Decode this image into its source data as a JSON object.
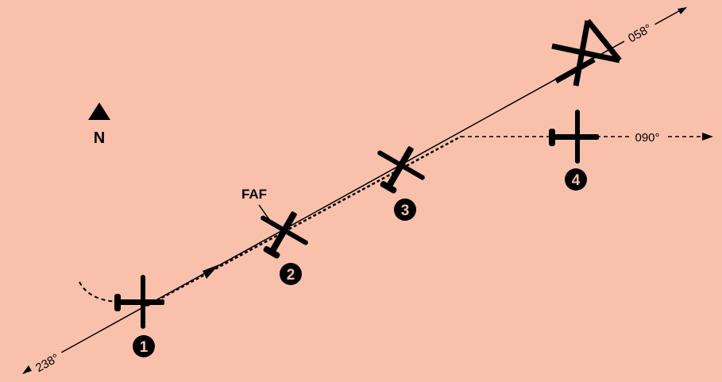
{
  "colors": {
    "background": "#f9c1ac",
    "ink": "#000000"
  },
  "labels": {
    "north": "N",
    "faf": "FAF",
    "course_outbound": "058°",
    "course_inbound": "238°",
    "course_turn": "090°"
  },
  "positions": [
    {
      "number": "1",
      "icon": "airplane-icon"
    },
    {
      "number": "2",
      "icon": "airplane-icon"
    },
    {
      "number": "3",
      "icon": "airplane-icon"
    },
    {
      "number": "4",
      "icon": "airplane-icon"
    }
  ],
  "icons": [
    "north-arrow-icon",
    "airplane-icon",
    "vor-station-icon",
    "arrowhead-icon"
  ]
}
